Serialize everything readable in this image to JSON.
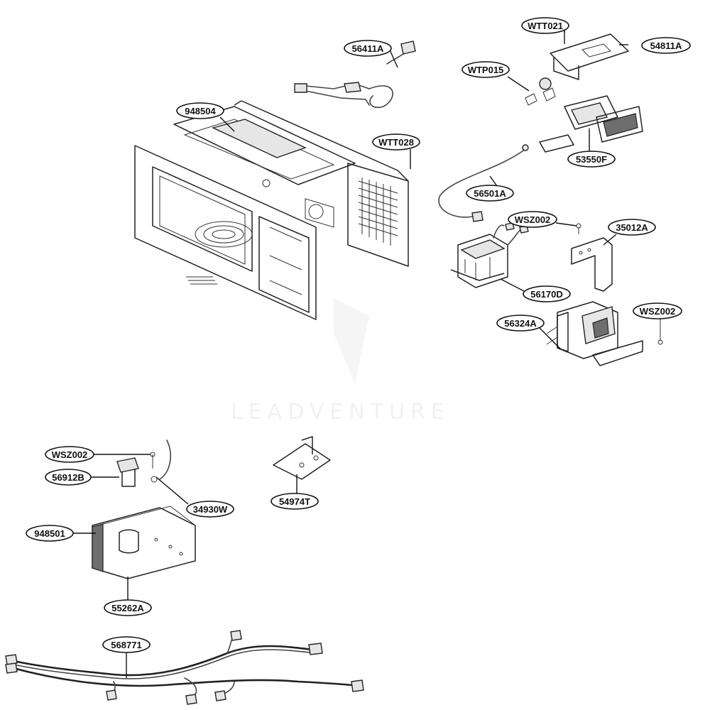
{
  "diagram": {
    "watermark": "LEADVENTURE",
    "callouts": [
      {
        "id": "56411A",
        "label": "56411A"
      },
      {
        "id": "948504",
        "label": "948504"
      },
      {
        "id": "WTT028",
        "label": "WTT028"
      },
      {
        "id": "WTT021",
        "label": "WTT021"
      },
      {
        "id": "54811A",
        "label": "54811A"
      },
      {
        "id": "WTP015",
        "label": "WTP015"
      },
      {
        "id": "53550F",
        "label": "53550F"
      },
      {
        "id": "56501A",
        "label": "56501A"
      },
      {
        "id": "WSZ002a",
        "label": "WSZ002"
      },
      {
        "id": "35012A",
        "label": "35012A"
      },
      {
        "id": "56170D",
        "label": "56170D"
      },
      {
        "id": "56324A",
        "label": "56324A"
      },
      {
        "id": "WSZ002b",
        "label": "WSZ002"
      },
      {
        "id": "WSZ002c",
        "label": "WSZ002"
      },
      {
        "id": "56912B",
        "label": "56912B"
      },
      {
        "id": "34930W",
        "label": "34930W"
      },
      {
        "id": "948501",
        "label": "948501"
      },
      {
        "id": "54974T",
        "label": "54974T"
      },
      {
        "id": "55262A",
        "label": "55262A"
      },
      {
        "id": "568771",
        "label": "568771"
      }
    ]
  }
}
